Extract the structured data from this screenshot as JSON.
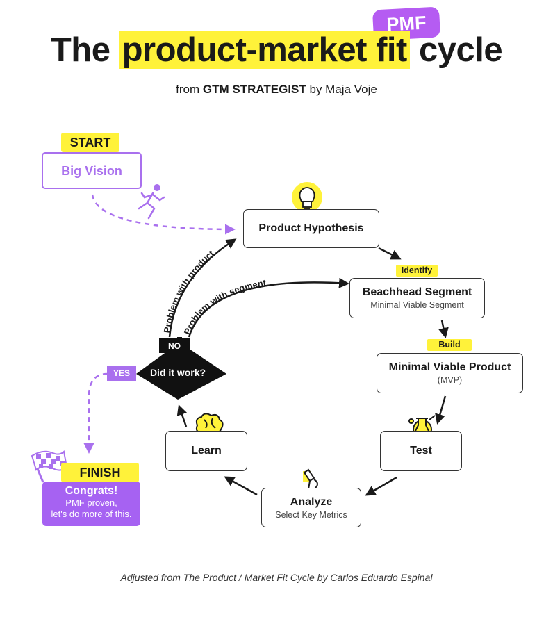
{
  "title": {
    "pre": "The ",
    "highlight": "product-market fit",
    "post": " cycle",
    "badge": "PMF"
  },
  "subtitle": {
    "pre": "from ",
    "brand": "GTM STRATEGIST",
    "post": " by Maja Voje"
  },
  "start": {
    "tag": "START",
    "box": "Big Vision"
  },
  "nodes": {
    "hypothesis": {
      "title": "Product Hypothesis"
    },
    "beachhead": {
      "tag": "Identify",
      "title": "Beachhead Segment",
      "sub": "Minimal Viable Segment"
    },
    "mvp": {
      "tag": "Build",
      "title": "Minimal Viable Product",
      "sub": "(MVP)"
    },
    "test": {
      "title": "Test"
    },
    "analyze": {
      "title": "Analyze",
      "sub": "Select Key Metrics"
    },
    "learn": {
      "title": "Learn"
    }
  },
  "decision": {
    "question": "Did it work?",
    "yes": "YES",
    "no": "NO"
  },
  "loops": {
    "product": "Problem with product",
    "segment": "Problem with segment"
  },
  "finish": {
    "tag": "FINISH",
    "title": "Congrats!",
    "line1": "PMF proven,",
    "line2": "let's do more of this."
  },
  "footer": "Adjusted from The Product / Market Fit Cycle by Carlos Eduardo Espinal",
  "colors": {
    "accent_yellow": "#fff23a",
    "accent_purple": "#a970ee",
    "dark": "#111111"
  },
  "icons": [
    "lightbulb-icon",
    "runner-icon",
    "flask-icon",
    "microscope-icon",
    "brain-icon",
    "checkered-flag-icon"
  ]
}
